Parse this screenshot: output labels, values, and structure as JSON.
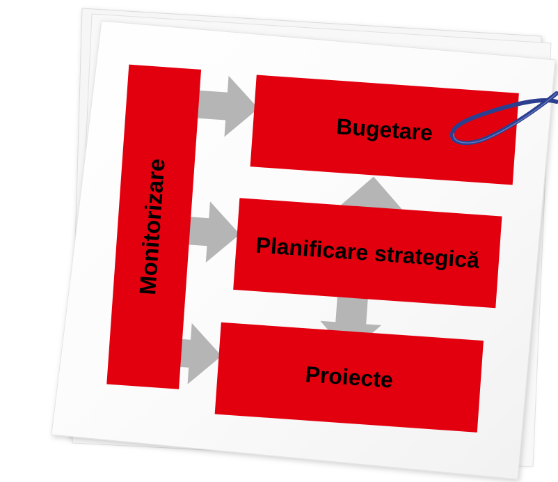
{
  "diagram": {
    "boxes": {
      "monitorizare": "Monitorizare",
      "bugetare": "Bugetare",
      "planificare": "Planificare strategică",
      "proiecte": "Proiecte"
    },
    "colors": {
      "box_fill": "#e2000f",
      "arrow_fill": "#b5b5b5",
      "label_text": "#000000",
      "paper": "#fbfbfb",
      "paperclip": "#2c3f8f"
    },
    "icons": {
      "paperclip": "paperclip-icon"
    }
  }
}
